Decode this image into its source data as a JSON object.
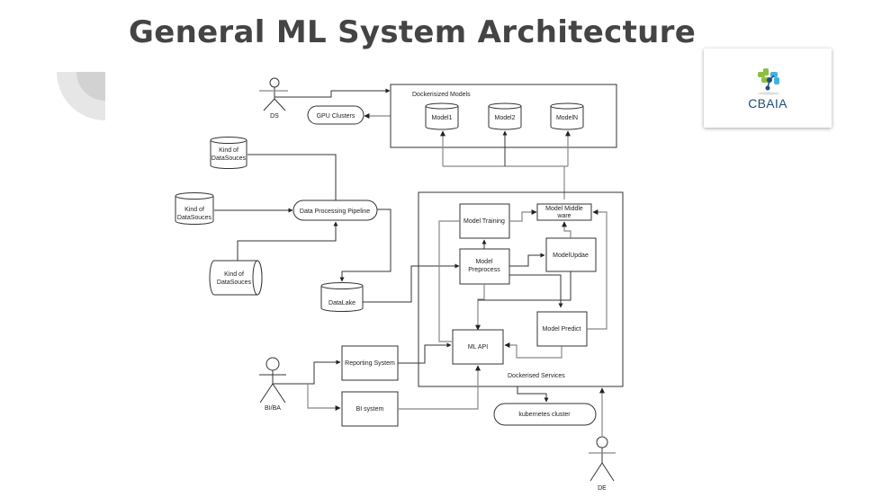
{
  "slide": {
    "title": "General ML System Architecture",
    "logo": {
      "text": "CBAIA",
      "icon": "molecule-logo-icon",
      "colors": {
        "green": "#8cbf3f",
        "light_blue": "#3fb3e6",
        "dark_blue": "#1f4e79"
      }
    }
  },
  "diagram": {
    "actors": {
      "ds": "DS",
      "biba": "BI/BA",
      "de": "DE"
    },
    "containers": {
      "dockerized_models": "Dockerisized Models",
      "dockerised_services": "Dockerised Services"
    },
    "models": [
      "Model1",
      "Model2",
      "ModelN"
    ],
    "gpu_clusters": "GPU Clusters",
    "data_sources": [
      "Kind of",
      "DataSouces"
    ],
    "pipeline": "Data Processing Pipeline",
    "datalake": "DataLake",
    "services": {
      "model_training": "Model Training",
      "model_middleware_line1": "Model Middle",
      "model_middleware_line2": "ware",
      "model_preprocess_line1": "Model",
      "model_preprocess_line2": "Preprocess",
      "model_update": "ModelUpdae",
      "model_predict": "Model Predict",
      "ml_api": "ML API"
    },
    "reporting_system": "Reporting System",
    "bi_system": "BI system",
    "kubernetes": "kubernetes cluster"
  }
}
